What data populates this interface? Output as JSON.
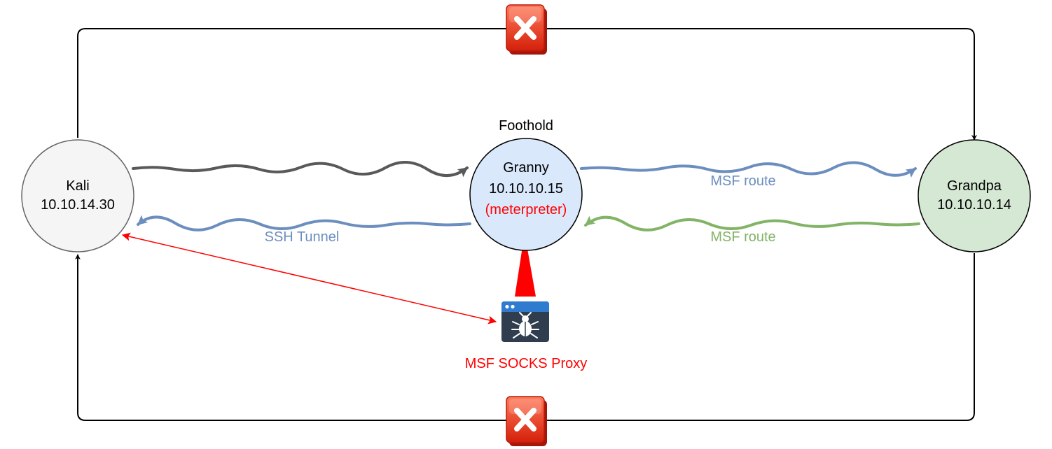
{
  "colors": {
    "black_link": "#000000",
    "gray_link": "#595959",
    "blue_link": "#6c8ebf",
    "green_link": "#82b366",
    "red": "#ff0000",
    "kali_fill": "#f5f5f5",
    "kali_stroke": "#666666",
    "granny_fill": "#dae8fc",
    "granny_stroke": "#000000",
    "grandpa_fill": "#d5e8d4",
    "grandpa_stroke": "#000000",
    "blocked_icon": "#e8321c",
    "proxy_icon_bar": "#2e7bcf",
    "proxy_icon_body": "#2f3d4f"
  },
  "nodes": {
    "kali": {
      "name": "Kali",
      "ip": "10.10.14.30"
    },
    "granny": {
      "caption": "Foothold",
      "name": "Granny",
      "ip": "10.10.10.15",
      "session": "(meterpreter)"
    },
    "grandpa": {
      "name": "Grandpa",
      "ip": "10.10.10.14"
    }
  },
  "links": {
    "granny_to_grandpa": "MSF route",
    "grandpa_to_granny": "MSF route",
    "granny_to_kali": "SSH Tunnel"
  },
  "proxy": {
    "label": "MSF SOCKS Proxy",
    "icon": "bug-window-icon"
  },
  "blocked": {
    "icon": "red-x-blocked-icon"
  }
}
